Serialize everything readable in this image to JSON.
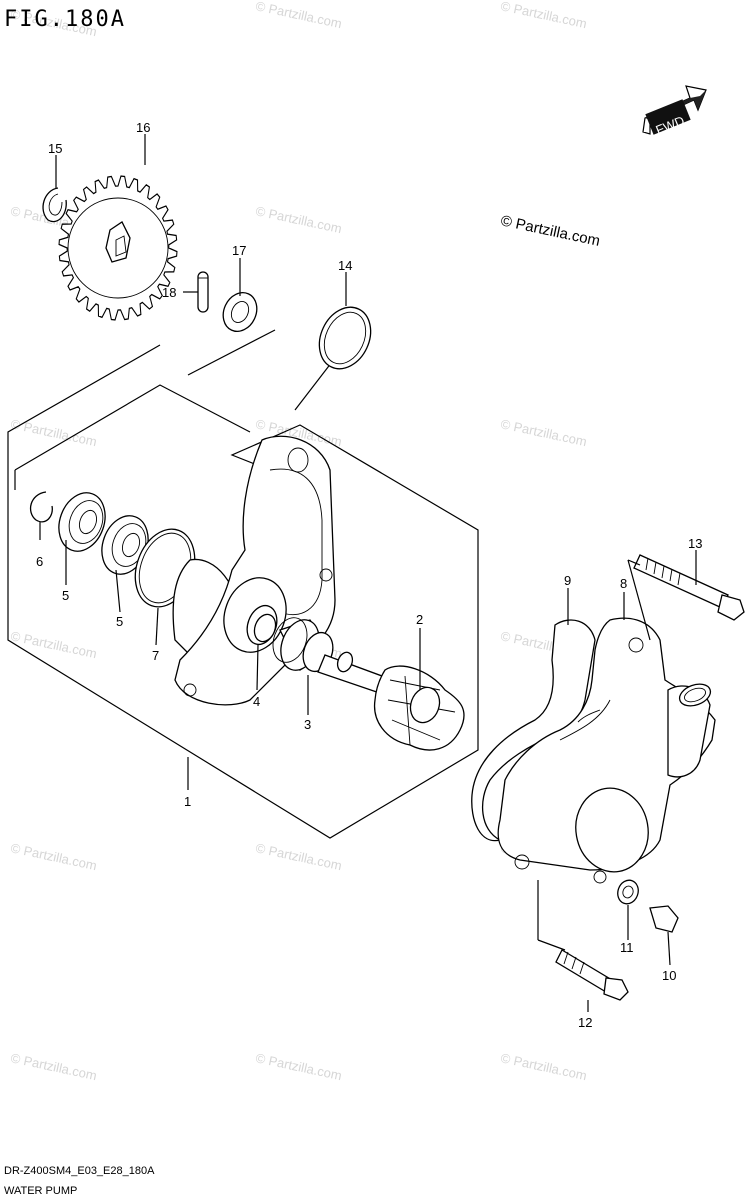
{
  "header": {
    "figure_title": "FIG.180A",
    "copyright": "© Partzilla.com",
    "fwd_label": "FWD"
  },
  "watermark": "© Partzilla.com",
  "callouts": [
    "1",
    "2",
    "3",
    "4",
    "5",
    "5",
    "6",
    "7",
    "8",
    "9",
    "10",
    "11",
    "12",
    "13",
    "14",
    "15",
    "16",
    "17",
    "18"
  ],
  "footer": {
    "model_code": "DR-Z400SM4_E03_E28_180A",
    "section_name": "WATER PUMP"
  }
}
